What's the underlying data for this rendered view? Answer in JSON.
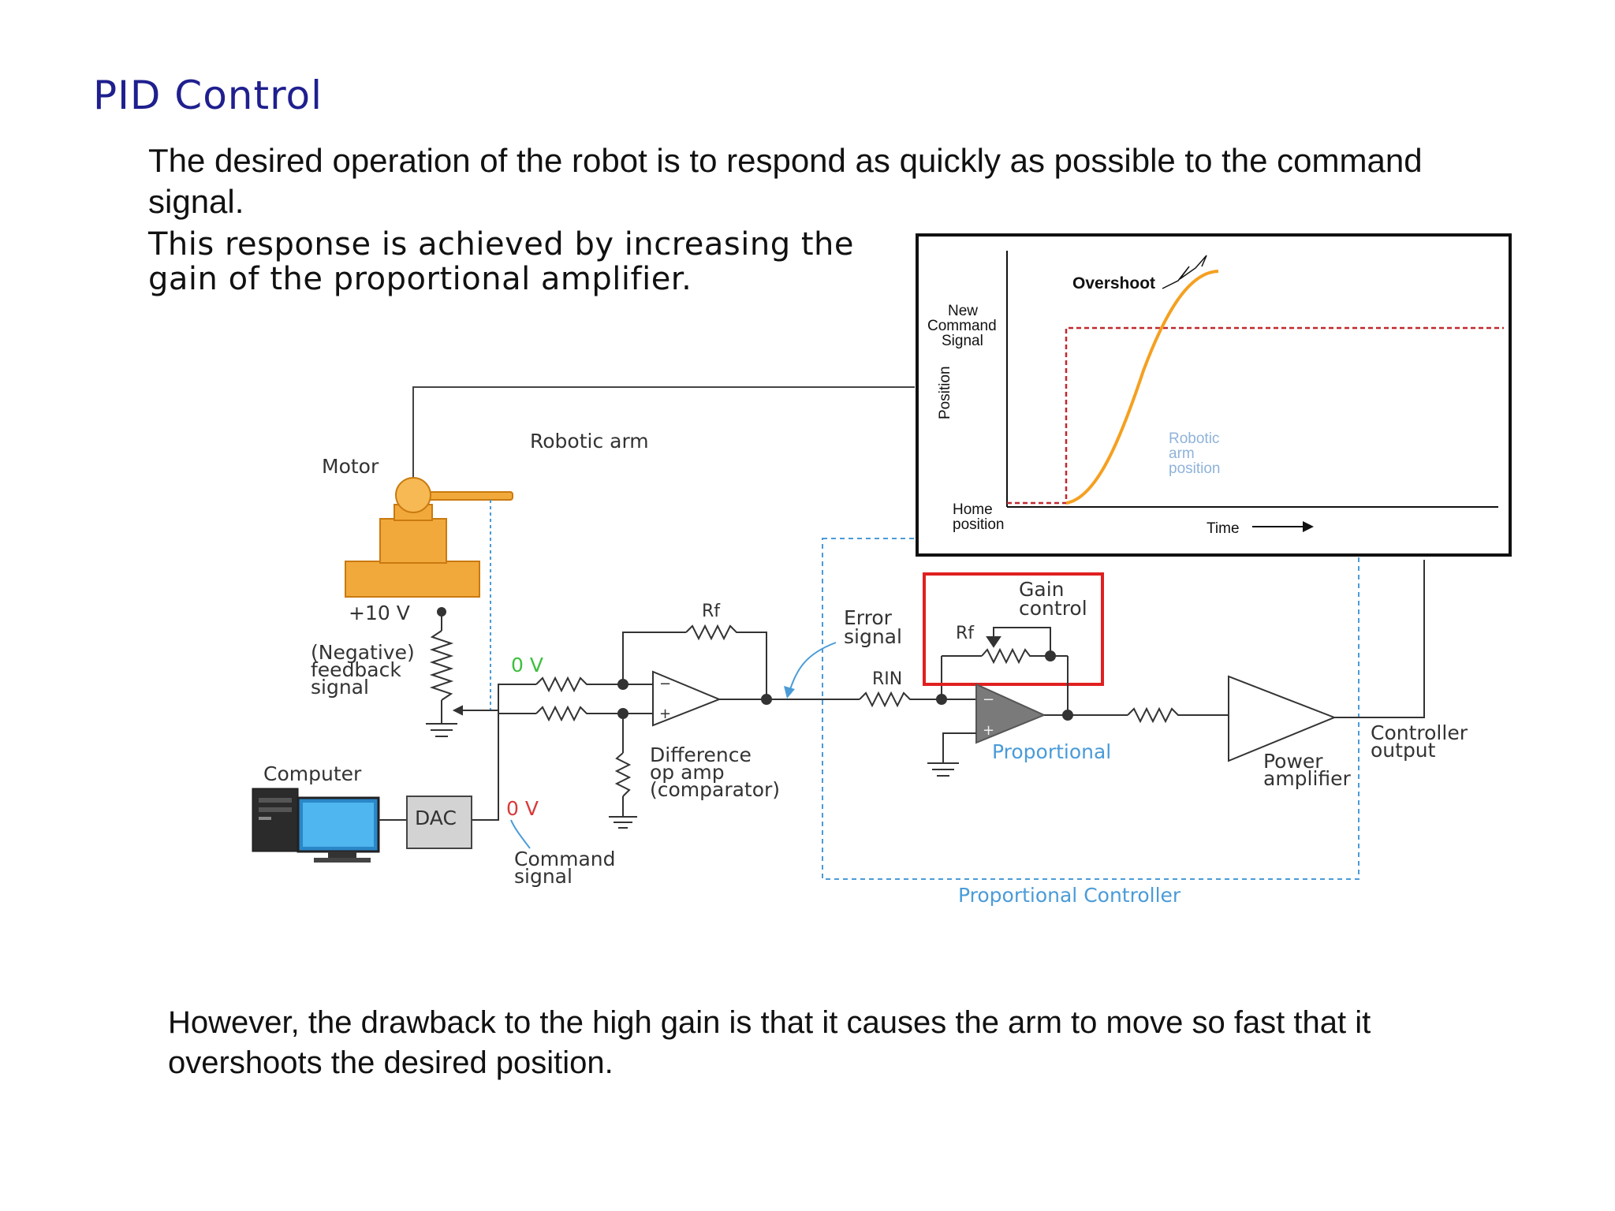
{
  "slide": {
    "title": "PID Control",
    "para1": "The desired operation of the robot is to respond as quickly as possible to the command signal.",
    "para2": "This response is achieved by increasing the gain of the proportional amplifier.",
    "para3": "However, the drawback to the high gain is that it causes the arm to move so fast that it overshoots the desired position."
  },
  "diagram": {
    "robotic_arm": "Robotic arm",
    "motor": "Motor",
    "plus10v": "+10 V",
    "feedback_1": "(Negative)",
    "feedback_2": "feedback",
    "feedback_3": "signal",
    "zero_v_green": "0 V",
    "zero_v_red": "0 V",
    "rf": "Rf",
    "rf2": "Rf",
    "rin": "RIN",
    "error_1": "Error",
    "error_2": "signal",
    "gain_1": "Gain",
    "gain_2": "control",
    "diff_1": "Difference",
    "diff_2": "op amp",
    "diff_3": "(comparator)",
    "computer": "Computer",
    "dac": "DAC",
    "command_1": "Command",
    "command_2": "signal",
    "proportional": "Proportional",
    "power_1": "Power",
    "power_2": "amplifier",
    "controller_1": "Controller",
    "controller_2": "output",
    "prop_controller": "Proportional Controller",
    "minus": "−",
    "plus": "+",
    "colors": {
      "accent_blue": "#4a9bd8",
      "motor_orange": "#f2a93b",
      "gain_box_red": "#e02020",
      "opamp_gray": "#7a7a7a"
    }
  },
  "inset": {
    "overshoot": "Overshoot",
    "new_1": "New",
    "new_2": "Command",
    "new_3": "Signal",
    "position": "Position",
    "robotic_1": "Robotic",
    "robotic_2": "arm",
    "robotic_3": "position",
    "home_1": "Home",
    "home_2": "position",
    "time": "Time",
    "colors": {
      "command_line": "#c0282d",
      "response_curve": "#f5a020"
    }
  }
}
